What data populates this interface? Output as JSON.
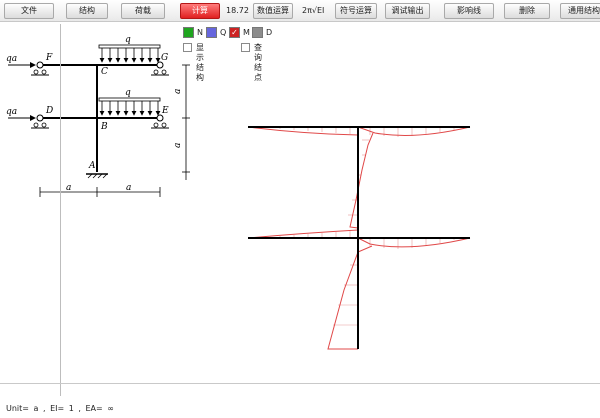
{
  "toolbar": {
    "file": "文件",
    "structure": "结构",
    "load": "荷载",
    "compute": "计算",
    "numeric_value": "18.72",
    "numeric": "数值运算",
    "sym_expr": "2π√EI",
    "symbolic": "符号运算",
    "debug": "调试输出",
    "influence": "影响线",
    "delete": "删除",
    "general": "通用结构"
  },
  "legend": {
    "items": [
      {
        "label": "N",
        "color": "#1fa51f"
      },
      {
        "label": "Q",
        "color": "#6666dd"
      },
      {
        "label": "M",
        "color": "#cc2222",
        "checked": true
      },
      {
        "label": "D",
        "color": "#8c8c8c"
      }
    ],
    "show_structure": "显示结构",
    "query_nodes": "查询结点"
  },
  "figure": {
    "nodes": [
      "E",
      "F",
      "G",
      "C",
      "D",
      "B",
      "A"
    ],
    "loads": [
      "qa",
      "qa",
      "q",
      "q"
    ],
    "dims": [
      "a",
      "a",
      "a",
      "a"
    ]
  },
  "status": {
    "unit_label": "Unit=",
    "unit_value": "a",
    "ei_label": "EI=",
    "ei_value": "1",
    "ea_label": "EA=",
    "ea_value": "∞",
    "sep1": ",",
    "sep2": ","
  }
}
